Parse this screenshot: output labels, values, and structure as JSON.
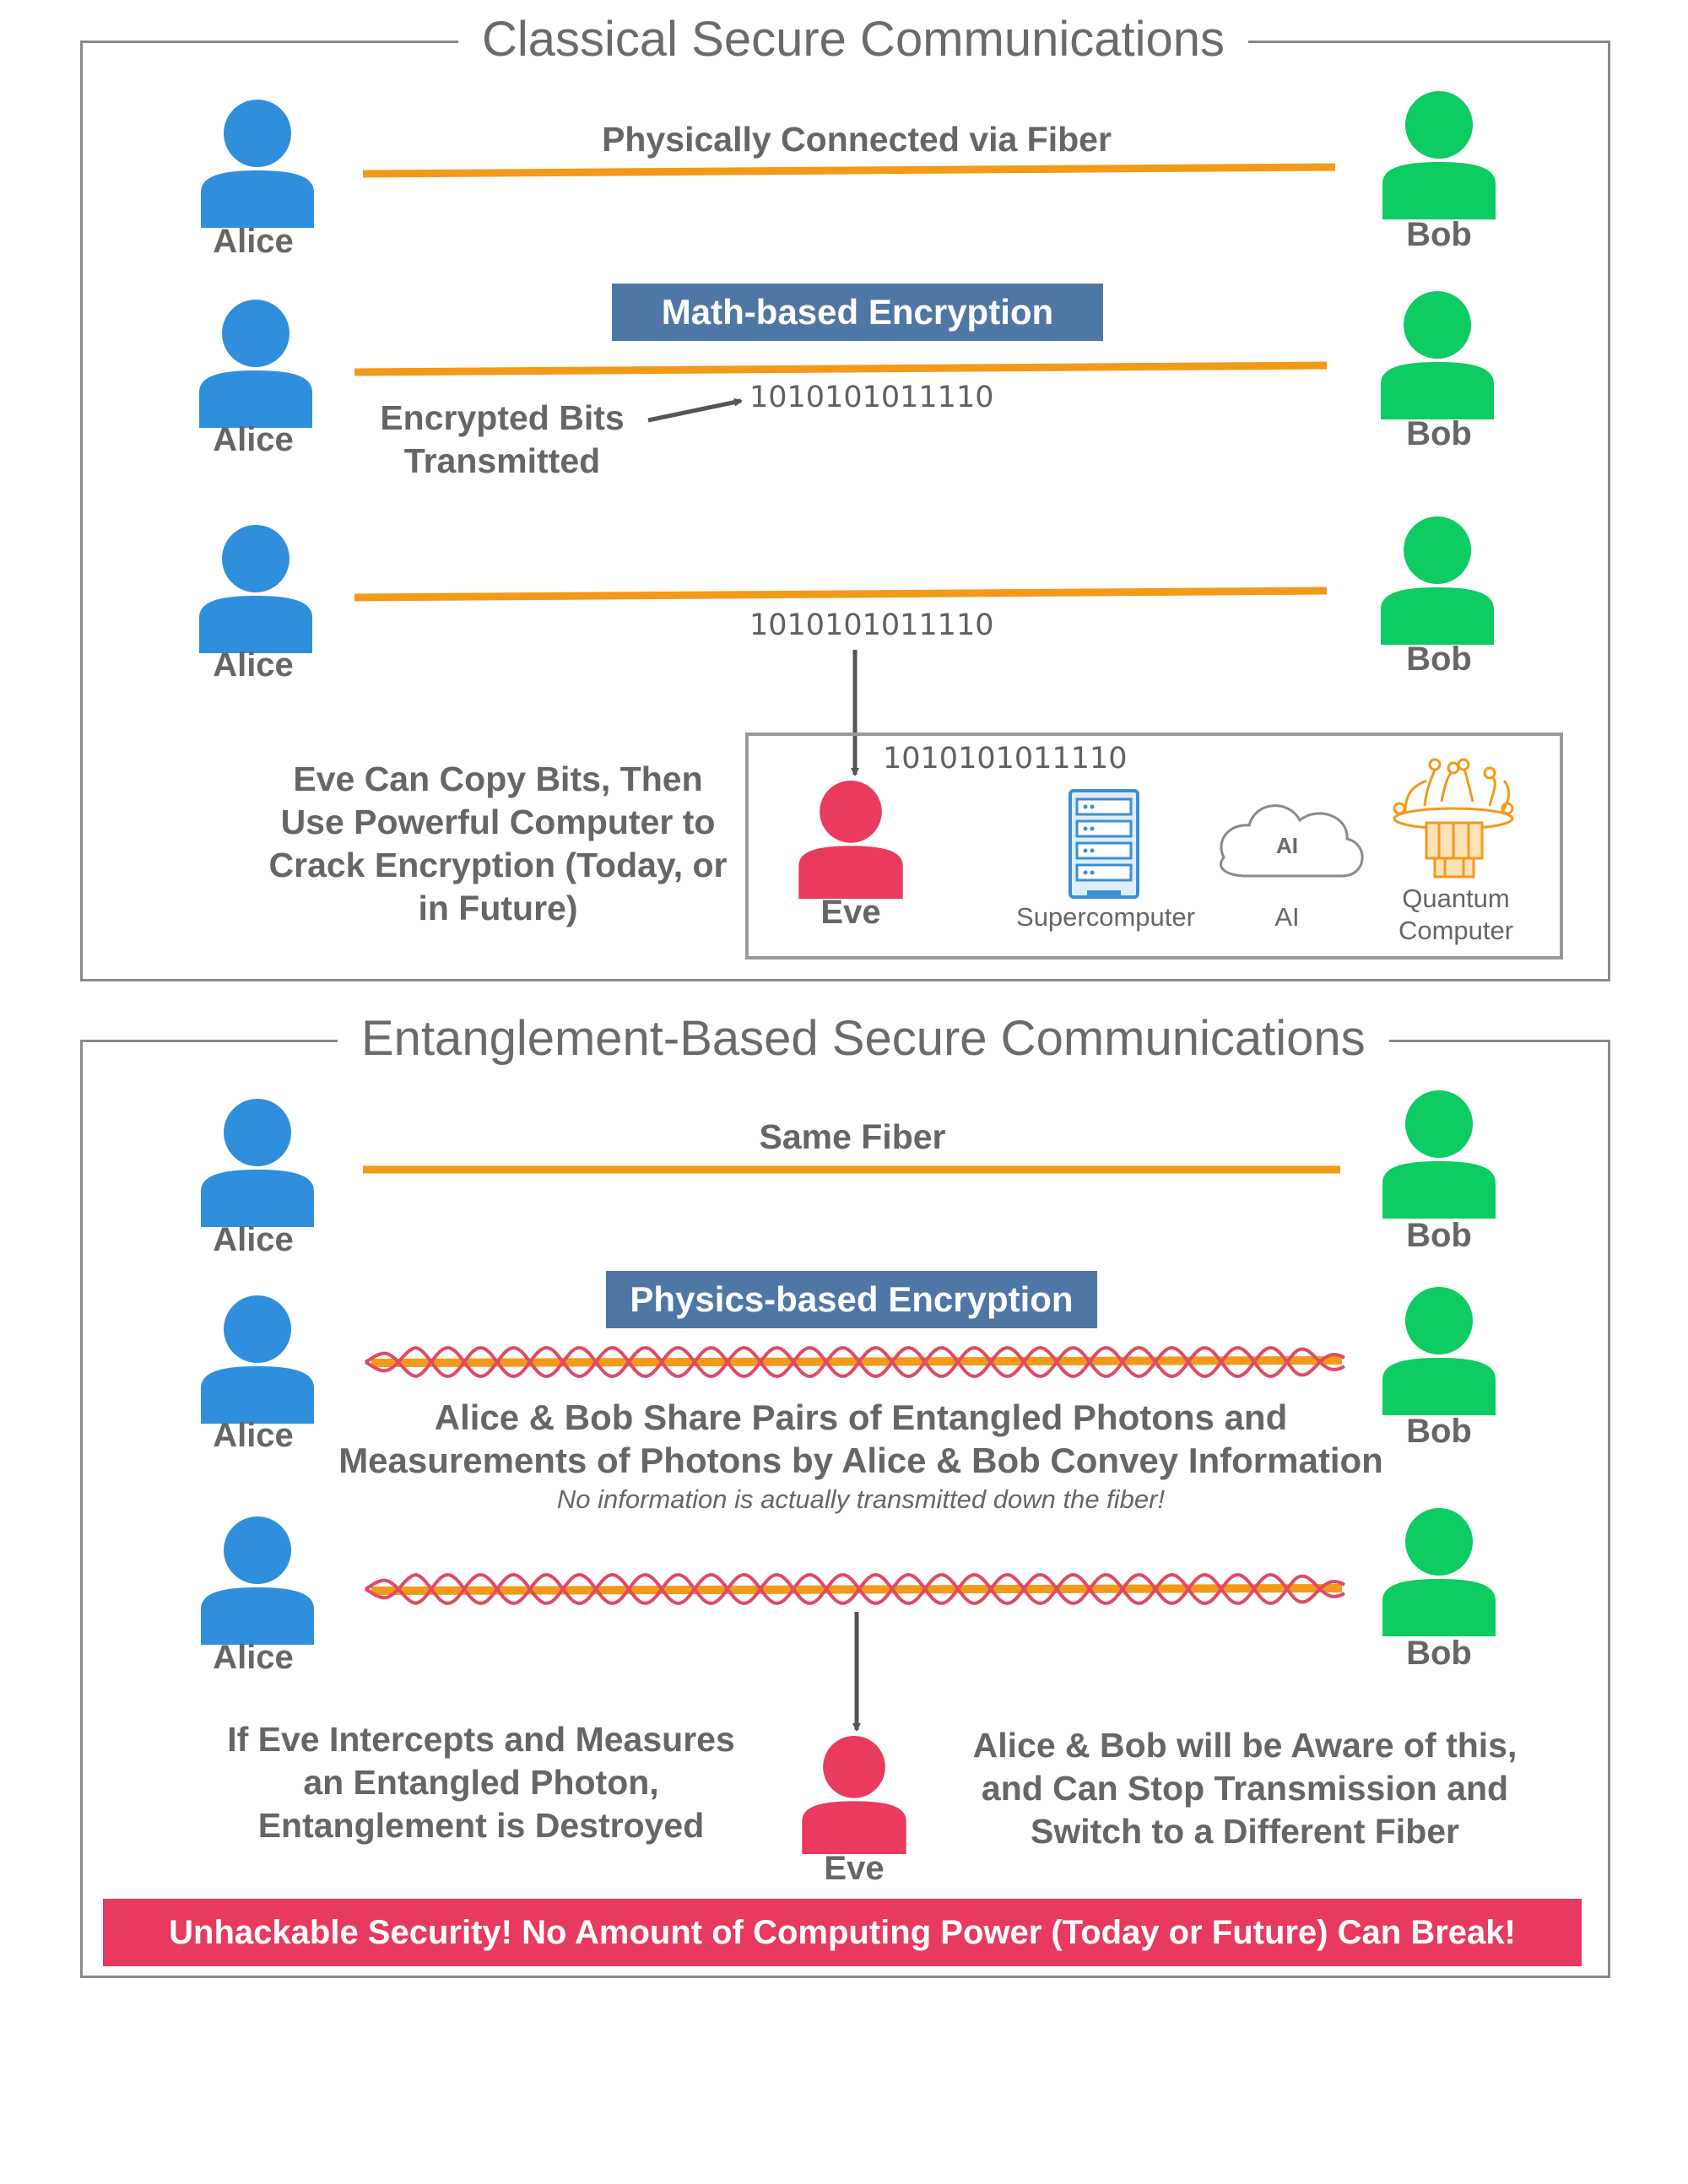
{
  "classical": {
    "title": "Classical Secure Communications",
    "row1_text": "Physically Connected via Fiber",
    "banner": "Math-based Encryption",
    "encrypted_label": "Encrypted Bits Transmitted",
    "bits": "1010101011110",
    "eve_text": "Eve Can Copy Bits, Then Use Powerful Computer to Crack Encryption (Today, or in Future)",
    "eve_bits": "1010101011110",
    "computers": {
      "supercomputer": "Supercomputer",
      "ai_cloud": "AI",
      "ai": "AI",
      "quantum": "Quantum Computer"
    }
  },
  "entanglement": {
    "title": "Entanglement-Based Secure Communications",
    "row1_text": "Same Fiber",
    "banner": "Physics-based Encryption",
    "share_text": "Alice & Bob Share Pairs of Entangled Photons and Measurements of Photons by Alice & Bob Convey Information",
    "note": "No information is actually transmitted down the fiber!",
    "intercept_text": "If Eve Intercepts and Measures an Entangled Photon, Entanglement is Destroyed",
    "aware_text": "Alice & Bob will be Aware of this, and Can Stop Transmission and Switch to a Different Fiber",
    "footer": "Unhackable Security! No Amount of Computing Power (Today or Future) Can Break!"
  },
  "people": {
    "alice": "Alice",
    "bob": "Bob",
    "eve": "Eve"
  },
  "colors": {
    "alice": "#2f8fdc",
    "bob": "#0dcc62",
    "eve": "#ea3a5e",
    "fiber": "#f39a1b",
    "banner": "#4f77a6",
    "footer": "#e83a5e",
    "wave": "#e04a64",
    "frame": "#8a8a8a"
  },
  "icons": [
    "person-icon",
    "server-rack-icon",
    "cloud-icon",
    "quantum-chip-icon",
    "arrow-icon"
  ]
}
